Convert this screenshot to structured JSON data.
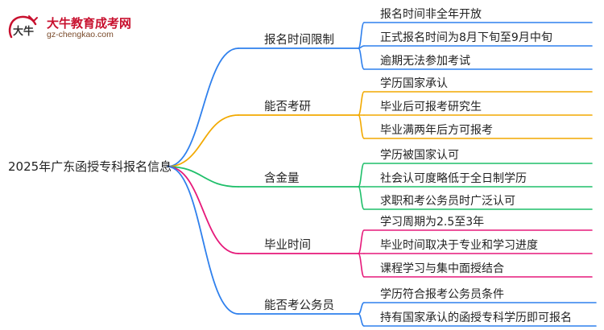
{
  "logo": {
    "title": "大牛教育成考网",
    "url": "gz-chengkao.com",
    "mark_text": "大牛"
  },
  "root": {
    "label": "2025年广东函授专科报名信息"
  },
  "branches": [
    {
      "label": "报名时间限制",
      "color": "#2f80ed",
      "leaves": [
        "报名时间非全年开放",
        "正式报名时间为8月下旬至9月中旬",
        "逾期无法参加考试"
      ]
    },
    {
      "label": "能否考研",
      "color": "#f2a900",
      "leaves": [
        "学历国家承认",
        "毕业后可报考研究生",
        "毕业满两年后方可报考"
      ]
    },
    {
      "label": "含金量",
      "color": "#1fbf6a",
      "leaves": [
        "学历被国家认可",
        "社会认可度略低于全日制学历",
        "求职和考公务员时广泛认可"
      ]
    },
    {
      "label": "毕业时间",
      "color": "#e6197a",
      "leaves": [
        "学习周期为2.5至3年",
        "毕业时间取决于专业和学习进度",
        "课程学习与集中面授结合"
      ]
    },
    {
      "label": "能否考公务员",
      "color": "#2f80ed",
      "leaves": [
        "学历符合报考公务员条件",
        "持有国家承认的函授专科学历即可报名"
      ]
    }
  ]
}
